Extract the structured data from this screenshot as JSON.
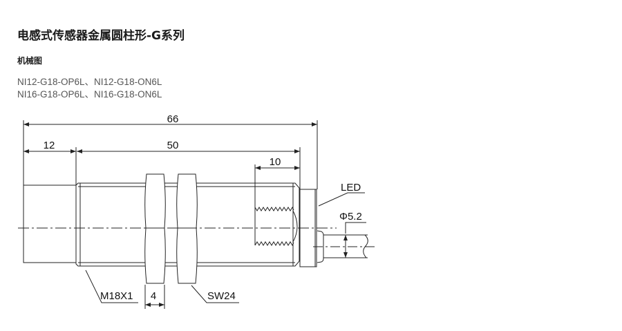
{
  "title": "电感式传感器金属圆柱形-G系列",
  "section": "机械图",
  "models": [
    "NI12-G18-OP6L、NI12-G18-ON6L",
    "NI16-G18-OP6L、NI16-G18-ON6L"
  ],
  "drawing": {
    "dim_total": "66",
    "dim_head": "12",
    "dim_thread": "50",
    "dim_end": "10",
    "led_label": "LED",
    "cable_diameter": "Φ5.2",
    "thread_label": "M18X1",
    "nut_thickness": "4",
    "wrench_size": "SW24"
  }
}
